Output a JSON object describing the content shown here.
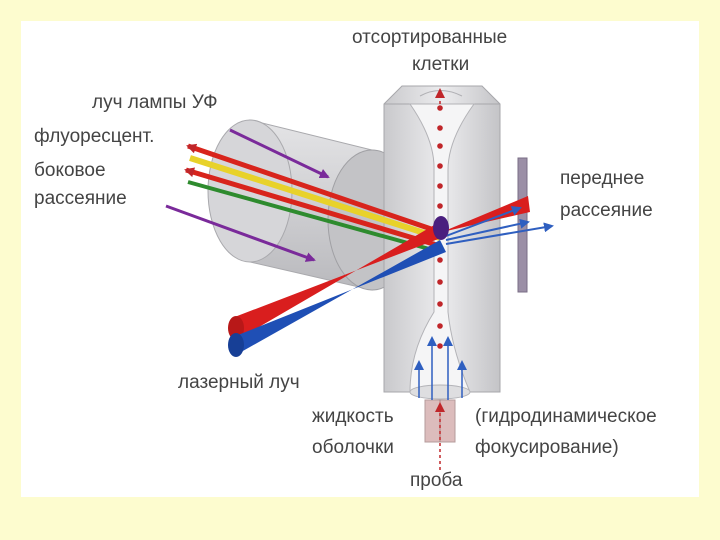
{
  "labels": {
    "sorted_cells_line1": "отсортированные",
    "sorted_cells_line2": "клетки",
    "uv_beam": "луч лампы УФ",
    "fluorescence": "флуоресцент.",
    "side_scatter_line1": "боковое",
    "side_scatter_line2": "рассеяние",
    "forward_scatter_line1": "переднее",
    "forward_scatter_line2": "рассеяние",
    "laser_beam": "лазерный луч",
    "sheath_fluid_line1": "жидкость",
    "sheath_fluid_line2": "оболочки",
    "focusing_line1": "(гидродинамическое",
    "focusing_line2": "фокусирование)",
    "sample": "проба"
  },
  "colors": {
    "background": "#fdfccf",
    "uv_arrow": "#7a2a9a",
    "fluorescence_purple": "#8a1f9c",
    "fluorescence_red": "#d8241c",
    "fluorescence_yellow": "#e8d22a",
    "fluorescence_green": "#2e8b2e",
    "laser_red": "#d91e1e",
    "laser_blue": "#1f4fb5",
    "stream_red": "#c0262a",
    "flow_blue": "#2f5fc0"
  }
}
